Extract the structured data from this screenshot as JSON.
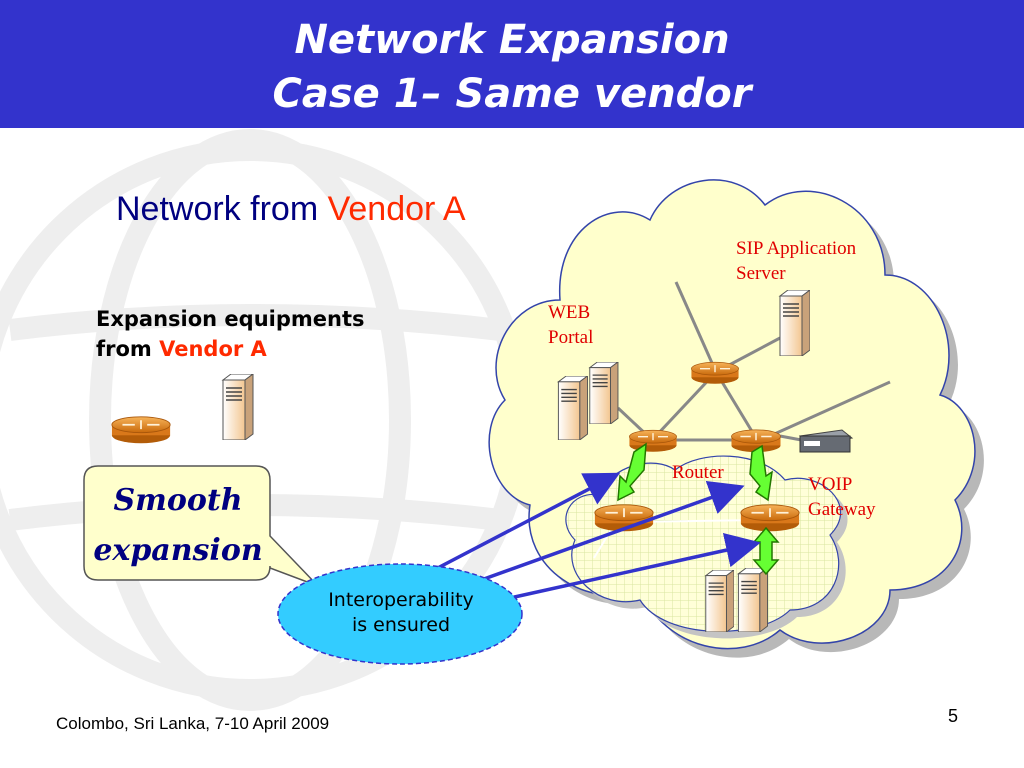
{
  "title": {
    "line1": "Network Expansion",
    "line2": "Case 1– Same vendor"
  },
  "subtitle": {
    "prefix": "Network from ",
    "vendor": "Vendor A"
  },
  "expansion": {
    "line1": "Expansion equipments",
    "line2_prefix": "from ",
    "vendor": "Vendor A"
  },
  "callout": {
    "line1": "Smooth",
    "line2": "expansion"
  },
  "interop": {
    "line1": "Interoperability",
    "line2": "is ensured"
  },
  "labels": {
    "sip_line1": "SIP Application",
    "sip_line2": "Server",
    "web_line1": "WEB",
    "web_line2": "Portal",
    "router": "Router",
    "voip_line1": "VOIP",
    "voip_line2": "Gateway"
  },
  "footer": "Colombo, Sri Lanka, 7-10 April 2009",
  "page_number": "5",
  "colors": {
    "title_bar": "#3333cc",
    "cloud_fill": "#ffffcc",
    "callout_fill": "#ffffcc",
    "interop_fill": "#33ccff",
    "arrow_green": "#66ff33",
    "arrow_blue": "#3333cc",
    "router_fill": "#e8891a",
    "label_red": "#e00000"
  }
}
